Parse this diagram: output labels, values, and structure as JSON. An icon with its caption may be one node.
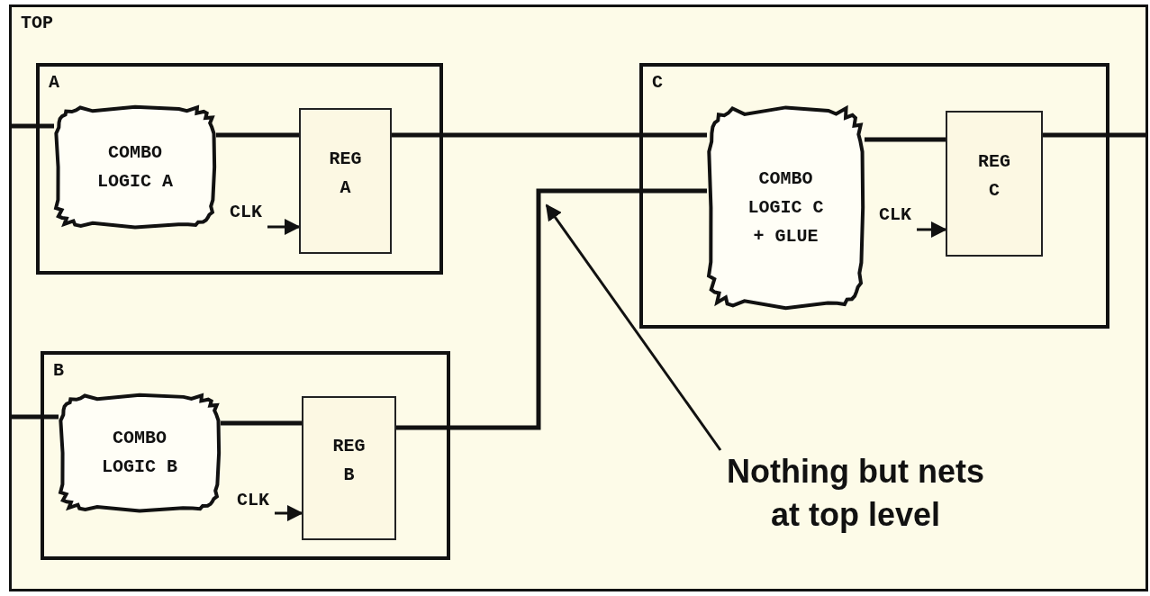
{
  "diagram": {
    "nodes": [
      {
        "text": [
          "TOP"
        ]
      },
      {
        "text": [
          "A"
        ],
        "in": 0
      },
      {
        "text": [
          "COMBO LOGIC A"
        ],
        "in": 1
      },
      {
        "text": [
          "REG A"
        ],
        "in": 1
      },
      {
        "text": [
          "C"
        ],
        "in": 0
      },
      {
        "text": [
          "COMBO LOGIC C + GLUE"
        ],
        "in": 4
      },
      {
        "text": [
          "REG C"
        ],
        "in": 4
      },
      {
        "text": [
          "B"
        ],
        "in": 0
      },
      {
        "text": [
          "COMBO LOGIC B"
        ],
        "in": 7
      },
      {
        "text": [
          "REG B"
        ],
        "in": 7
      },
      {
        "text": [
          "Nothing but nets at top level"
        ],
        "in": 0
      },
      {
        "text": [
          "CLK"
        ],
        "in": 1
      },
      {
        "text": [
          "CLK"
        ],
        "in": 4
      },
      {
        "text": [
          "CLK"
        ],
        "in": 7
      }
    ],
    "edges": [
      {
        "from": null,
        "to": 2,
        "arrow": "none"
      },
      {
        "from": 2,
        "to": 3,
        "arrow": "none"
      },
      {
        "from": 3,
        "to": 5,
        "arrow": "none"
      },
      {
        "from": 5,
        "to": 6,
        "arrow": "none"
      },
      {
        "from": 6,
        "to": null,
        "arrow": "none"
      },
      {
        "from": null,
        "to": 8,
        "arrow": "none"
      },
      {
        "from": 8,
        "to": 9,
        "arrow": "none"
      },
      {
        "from": 9,
        "to": 5,
        "arrow": "none"
      },
      {
        "from": 10,
        "to": null,
        "arrow": "to"
      },
      {
        "from": 11,
        "to": 3,
        "arrow": "to"
      },
      {
        "from": 12,
        "to": 6,
        "arrow": "to"
      },
      {
        "from": 13,
        "to": 9,
        "arrow": "to"
      }
    ]
  }
}
